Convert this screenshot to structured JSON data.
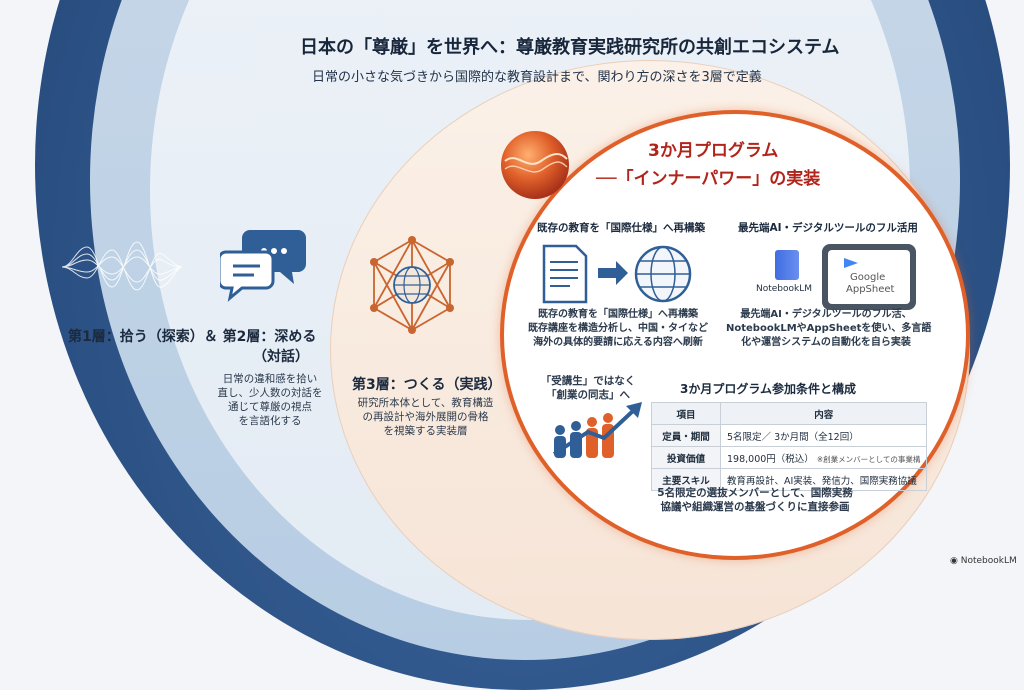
{
  "header": {
    "title": "日本の「尊厳」を世界へ：尊厳教育実践研究所の共創エコシステム",
    "subtitle": "日常の小さな気づきから国際的な教育設計まで、関わり方の深さを3層で定義"
  },
  "layer12": {
    "label": "第1層：拾う（探索）＆ 第2層：深める",
    "label2": "（対話）",
    "desc": [
      "日常の違和感を拾い",
      "直し、少人数の対話を",
      "通じて尊厳の視点",
      "を言語化する"
    ]
  },
  "layer3": {
    "label": "第3層：つくる（実践）",
    "desc": [
      "研究所本体として、教育構造",
      "の再設計や海外展開の骨格",
      "を視築する実装層"
    ]
  },
  "program": {
    "title_line1": "3か月プログラム",
    "title_line2": "──「インナーパワー」の実装",
    "rebuild": {
      "heading": "既存の教育を「国際仕様」へ再構築",
      "desc": [
        "既存の教育を「国際仕様」へ再構築",
        "既存講座を構造分析し、中国・タイなど",
        "海外の具体的要請に応える内容へ刷新"
      ]
    },
    "tools": {
      "heading": "最先端AI・デジタルツールのフル活用",
      "notebook_label": "NotebookLM",
      "google_label": "Google",
      "appsheet_label": "AppSheet",
      "desc": [
        "最先端AI・デジタルツールのフル活、",
        "NotebookLMやAppSheetを使い、多言語",
        "化や運営システムの自動化を自ら実装"
      ]
    },
    "cofounder": {
      "text": [
        "「受講生」ではなく",
        "「創業の同志」へ"
      ]
    },
    "conditions": {
      "heading": "3か月プログラム参加条件と構成",
      "col_item": "項目",
      "col_content": "内容",
      "rows": [
        {
          "k": "定員・期間",
          "v": "5名限定／ 3か月間（全12回）",
          "note": ""
        },
        {
          "k": "投資価値",
          "v": "198,000円（税込）",
          "note": "※創業メンバーとしての事業構"
        },
        {
          "k": "主要スキル",
          "v": "教育再設計、AI実装、発信力、国際実務協議",
          "note": ""
        }
      ]
    },
    "closing": [
      "5名限定の選抜メンバーとして、国際実務",
      "協議や組織運営の基盤づくりに直接参画"
    ]
  },
  "watermark": "NotebookLM",
  "colors": {
    "navy": "#2a4f82",
    "accent_orange": "#e0602a",
    "accent_red": "#b1241a"
  }
}
